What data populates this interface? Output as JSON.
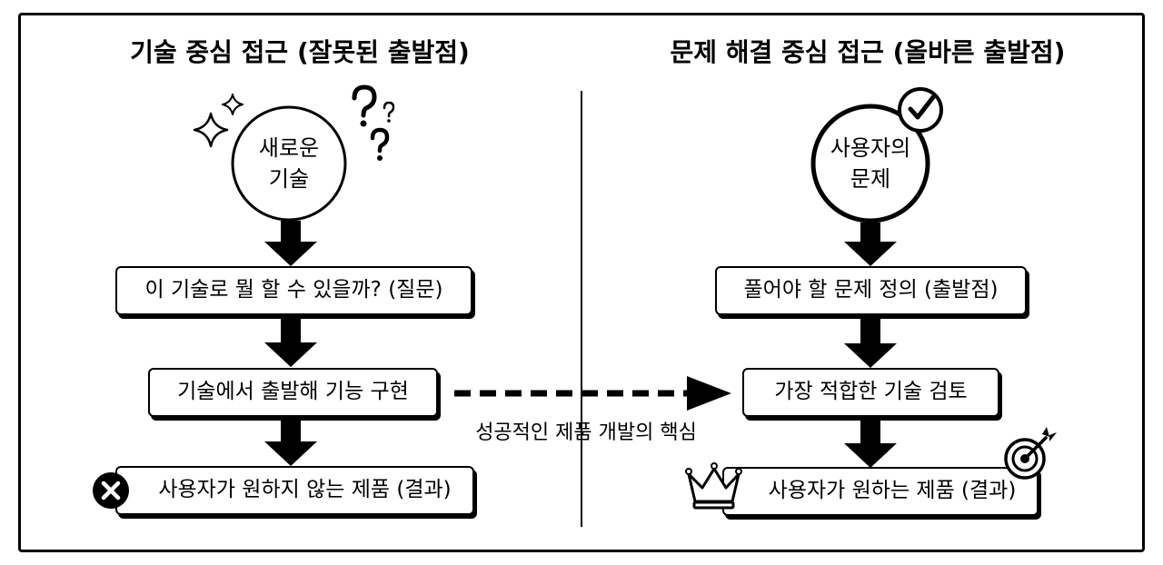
{
  "left": {
    "title": "기술 중심 접근 (잘못된 출발점)",
    "start_line1": "새로운",
    "start_line2": "기술",
    "steps": [
      "이 기술로 뭘 할 수 있을까? (질문)",
      "기술에서 출발해 기능 구현",
      "사용자가 원하지 않는 제품 (결과)"
    ],
    "icons": {
      "start_decoration": [
        "sparkle-icon",
        "question-mark-icon"
      ],
      "result": "x-circle-icon"
    }
  },
  "right": {
    "title": "문제 해결 중심 접근 (올바른 출발점)",
    "start_line1": "사용자의",
    "start_line2": "문제",
    "steps": [
      "풀어야 할 문제 정의 (출발점)",
      "가장 적합한 기술 검토",
      "사용자가 원하는 제품 (결과)"
    ],
    "icons": {
      "start_decoration": "check-circle-icon",
      "result": [
        "crown-icon",
        "target-icon"
      ]
    }
  },
  "connector": {
    "label": "성공적인 제품 개발의 핵심"
  },
  "colors": {
    "ink": "#000000",
    "background": "#ffffff"
  }
}
